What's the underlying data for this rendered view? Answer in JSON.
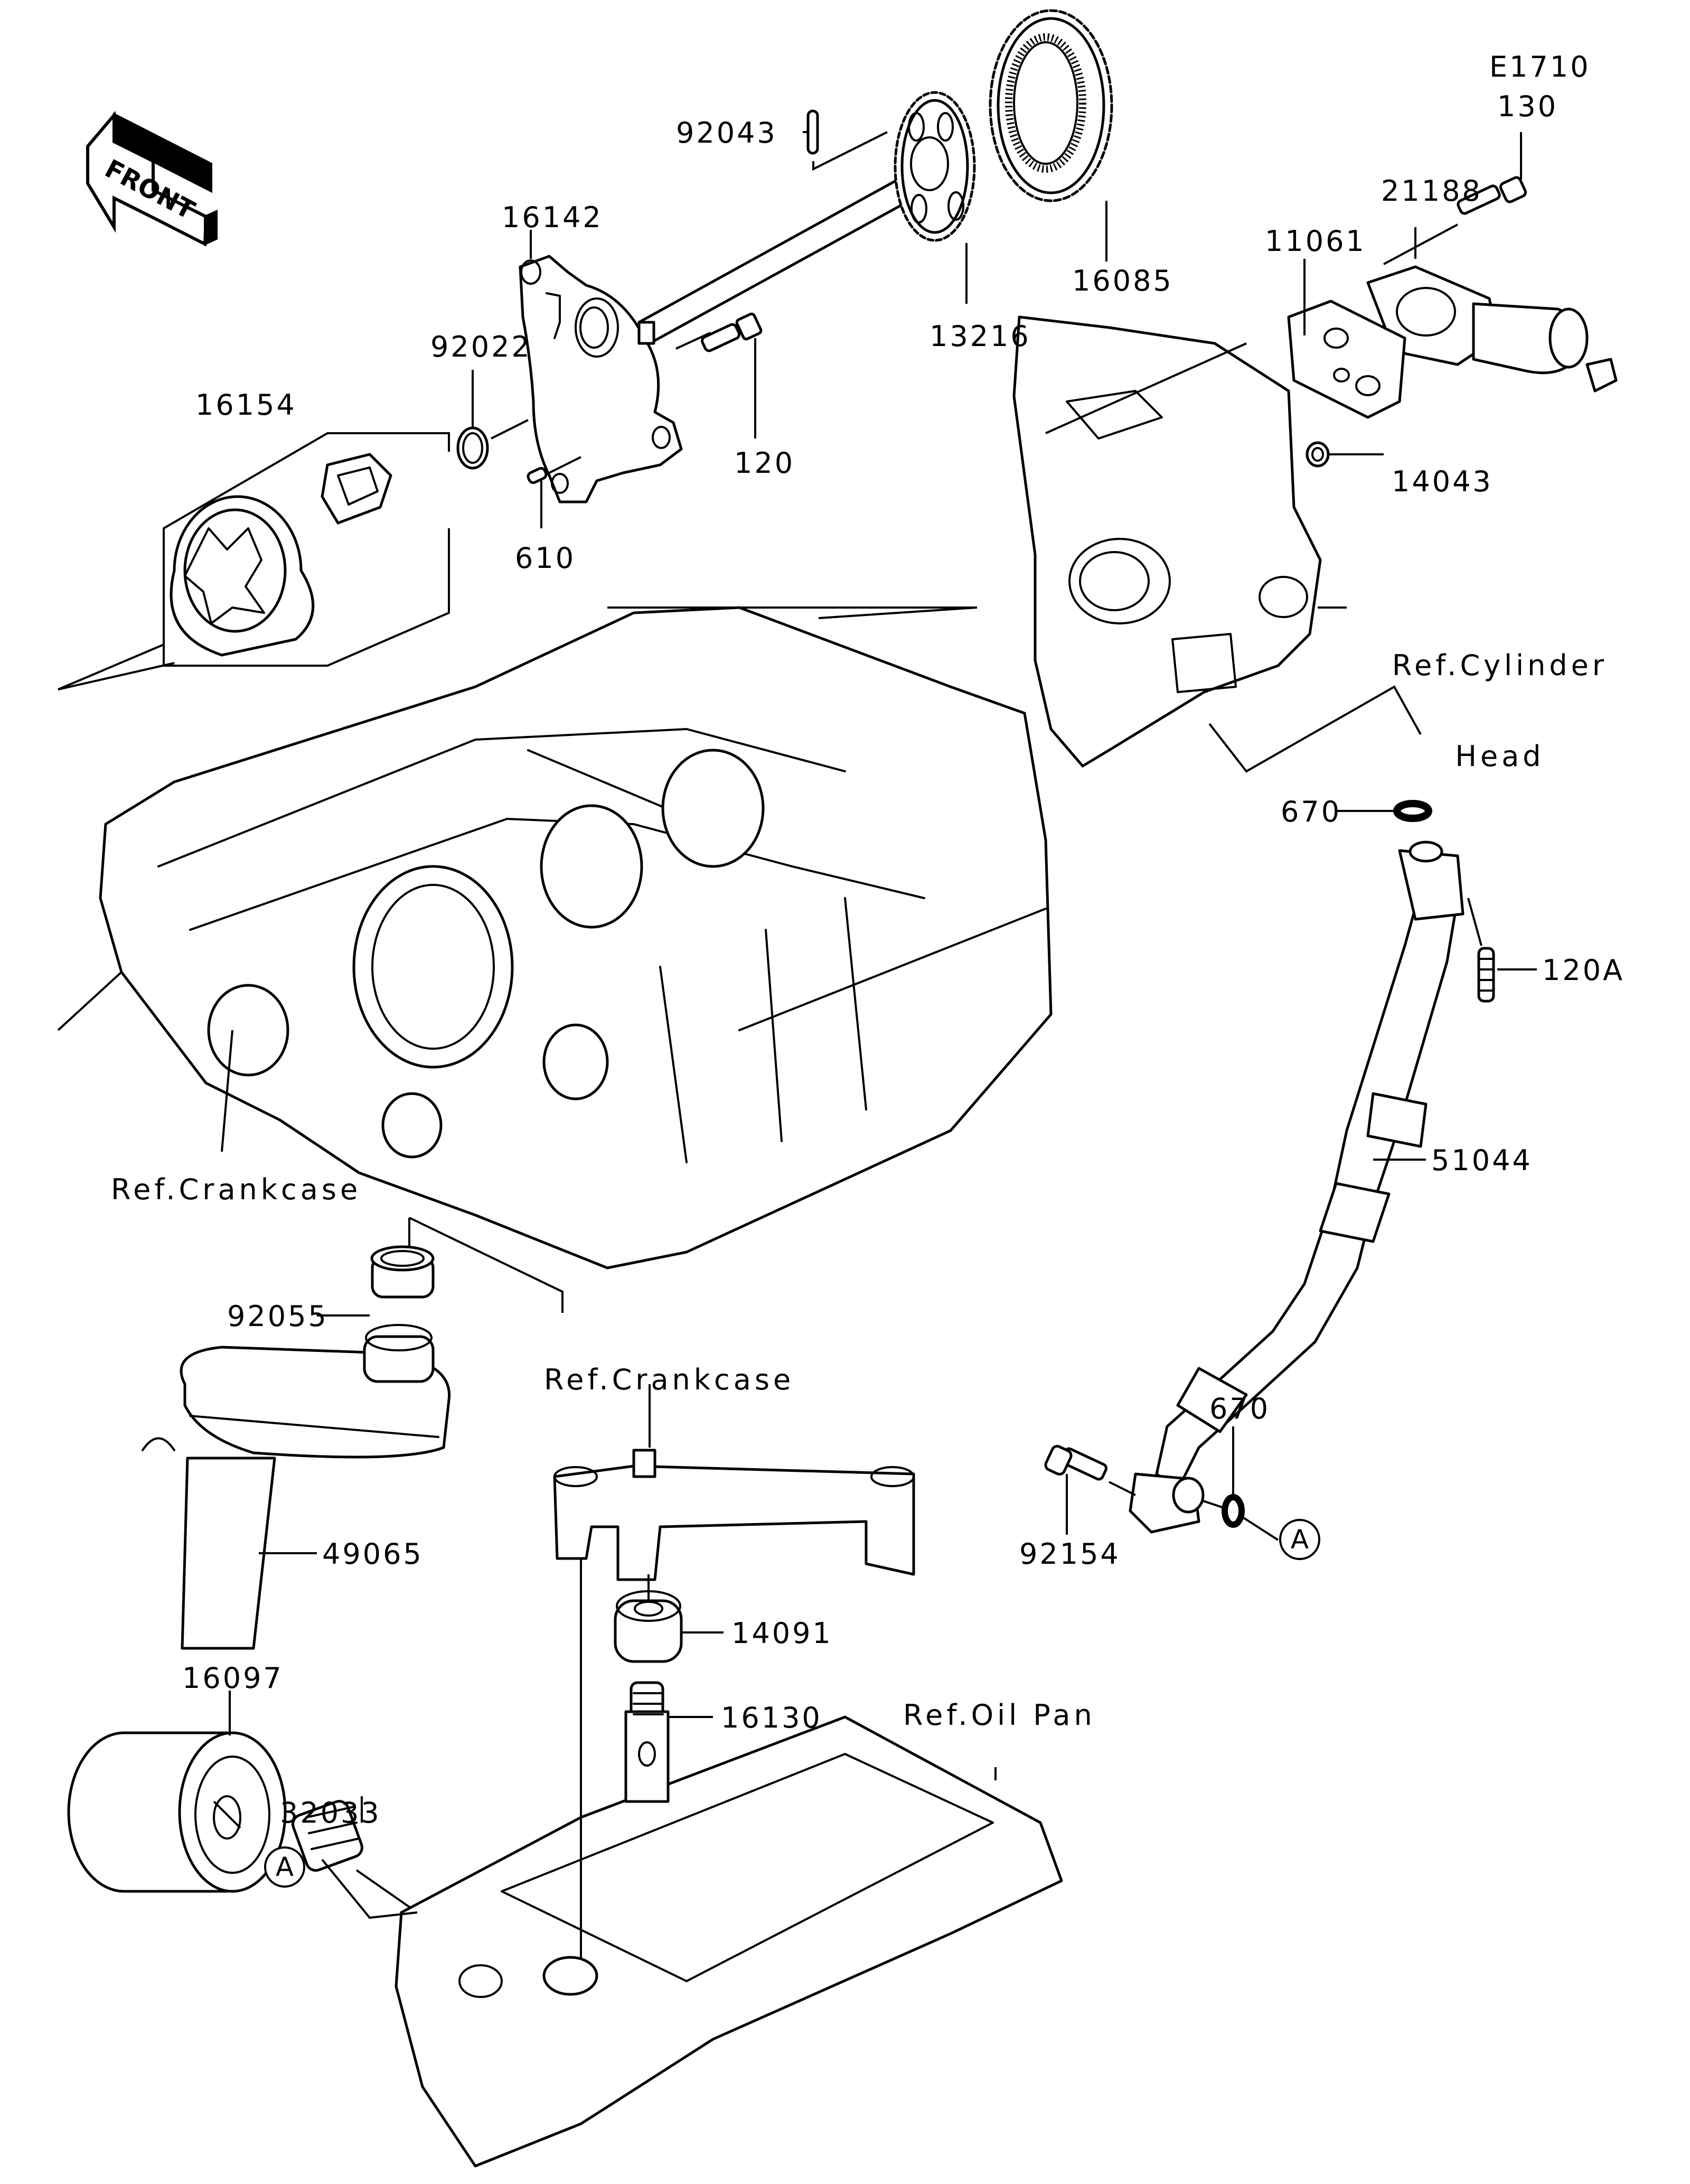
{
  "diagram": {
    "title": "Oil Pump / Oil Filter exploded parts diagram",
    "orientation_marker": {
      "icon": "front-arrow-icon",
      "text": "FRONT"
    },
    "parts": [
      {
        "id": "p-92043",
        "number": "92043"
      },
      {
        "id": "p-16085",
        "number": "16085"
      },
      {
        "id": "p-13216",
        "number": "13216"
      },
      {
        "id": "p-16142",
        "number": "16142"
      },
      {
        "id": "p-92022",
        "number": "92022"
      },
      {
        "id": "p-16154",
        "number": "16154"
      },
      {
        "id": "p-120",
        "number": "120"
      },
      {
        "id": "p-610",
        "number": "610"
      },
      {
        "id": "p-e1710",
        "number": "E1710"
      },
      {
        "id": "p-130",
        "number": "130"
      },
      {
        "id": "p-21188",
        "number": "21188"
      },
      {
        "id": "p-11061",
        "number": "11061"
      },
      {
        "id": "p-14043",
        "number": "14043"
      },
      {
        "id": "p-670a",
        "number": "670"
      },
      {
        "id": "p-120a",
        "number": "120A"
      },
      {
        "id": "p-51044",
        "number": "51044"
      },
      {
        "id": "p-92055",
        "number": "92055"
      },
      {
        "id": "p-49065",
        "number": "49065"
      },
      {
        "id": "p-670b",
        "number": "670"
      },
      {
        "id": "p-92154",
        "number": "92154"
      },
      {
        "id": "p-14091",
        "number": "14091"
      },
      {
        "id": "p-16130",
        "number": "16130"
      },
      {
        "id": "p-16097",
        "number": "16097"
      },
      {
        "id": "p-32033",
        "number": "32033"
      }
    ],
    "references": [
      {
        "id": "ref-cyl-head",
        "line1": "Ref.Cylinder",
        "line2": "Head"
      },
      {
        "id": "ref-crankcase-1",
        "line1": "Ref.Crankcase"
      },
      {
        "id": "ref-crankcase-2",
        "line1": "Ref.Crankcase"
      },
      {
        "id": "ref-oil-pan",
        "line1": "Ref.Oil Pan"
      }
    ],
    "connectors": [
      {
        "id": "conn-a-right",
        "letter": "A"
      },
      {
        "id": "conn-a-left",
        "letter": "A"
      }
    ]
  }
}
